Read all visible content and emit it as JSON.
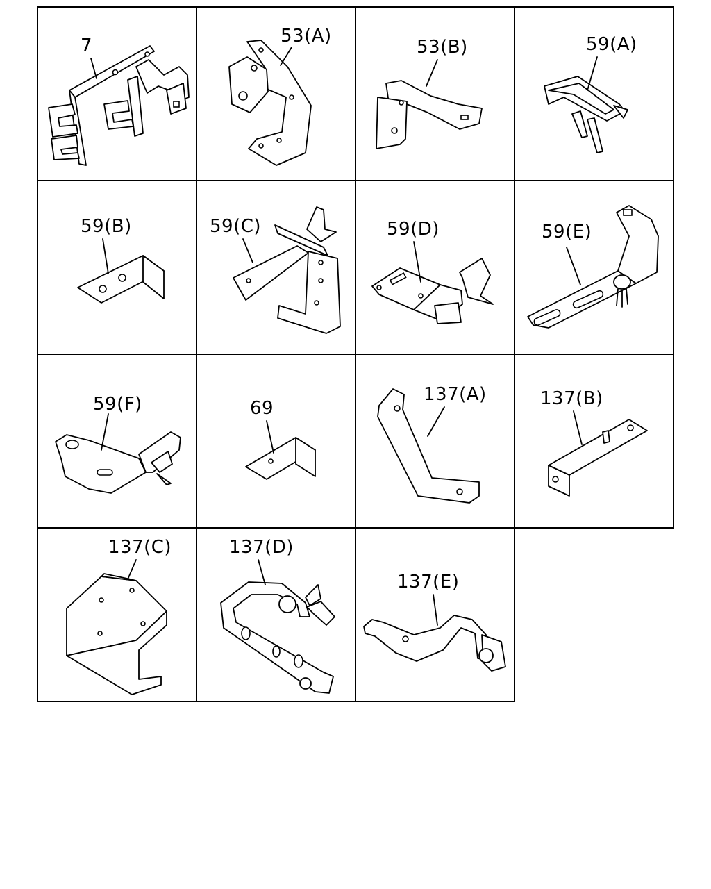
{
  "parts": [
    {
      "id": "p7",
      "label": "7"
    },
    {
      "id": "p53a",
      "label": "53(A)"
    },
    {
      "id": "p53b",
      "label": "53(B)"
    },
    {
      "id": "p59a",
      "label": "59(A)"
    },
    {
      "id": "p59b",
      "label": "59(B)"
    },
    {
      "id": "p59c",
      "label": "59(C)"
    },
    {
      "id": "p59d",
      "label": "59(D)"
    },
    {
      "id": "p59e",
      "label": "59(E)"
    },
    {
      "id": "p59f",
      "label": "59(F)"
    },
    {
      "id": "p69",
      "label": "69"
    },
    {
      "id": "p137a",
      "label": "137(A)"
    },
    {
      "id": "p137b",
      "label": "137(B)"
    },
    {
      "id": "p137c",
      "label": "137(C)"
    },
    {
      "id": "p137d",
      "label": "137(D)"
    },
    {
      "id": "p137e",
      "label": "137(E)"
    }
  ]
}
